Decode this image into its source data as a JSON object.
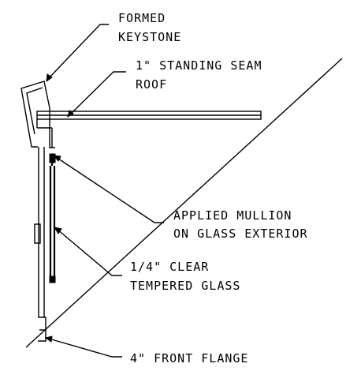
{
  "labels": {
    "keystone": [
      "FORMED",
      "KEYSTONE"
    ],
    "roof": [
      "1\" STANDING SEAM",
      "ROOF"
    ],
    "mullion": [
      "APPLIED MULLION",
      "ON GLASS EXTERIOR"
    ],
    "glass": [
      "1/4\" CLEAR",
      "TEMPERED GLASS"
    ],
    "flange": [
      "4\" FRONT FLANGE"
    ]
  }
}
